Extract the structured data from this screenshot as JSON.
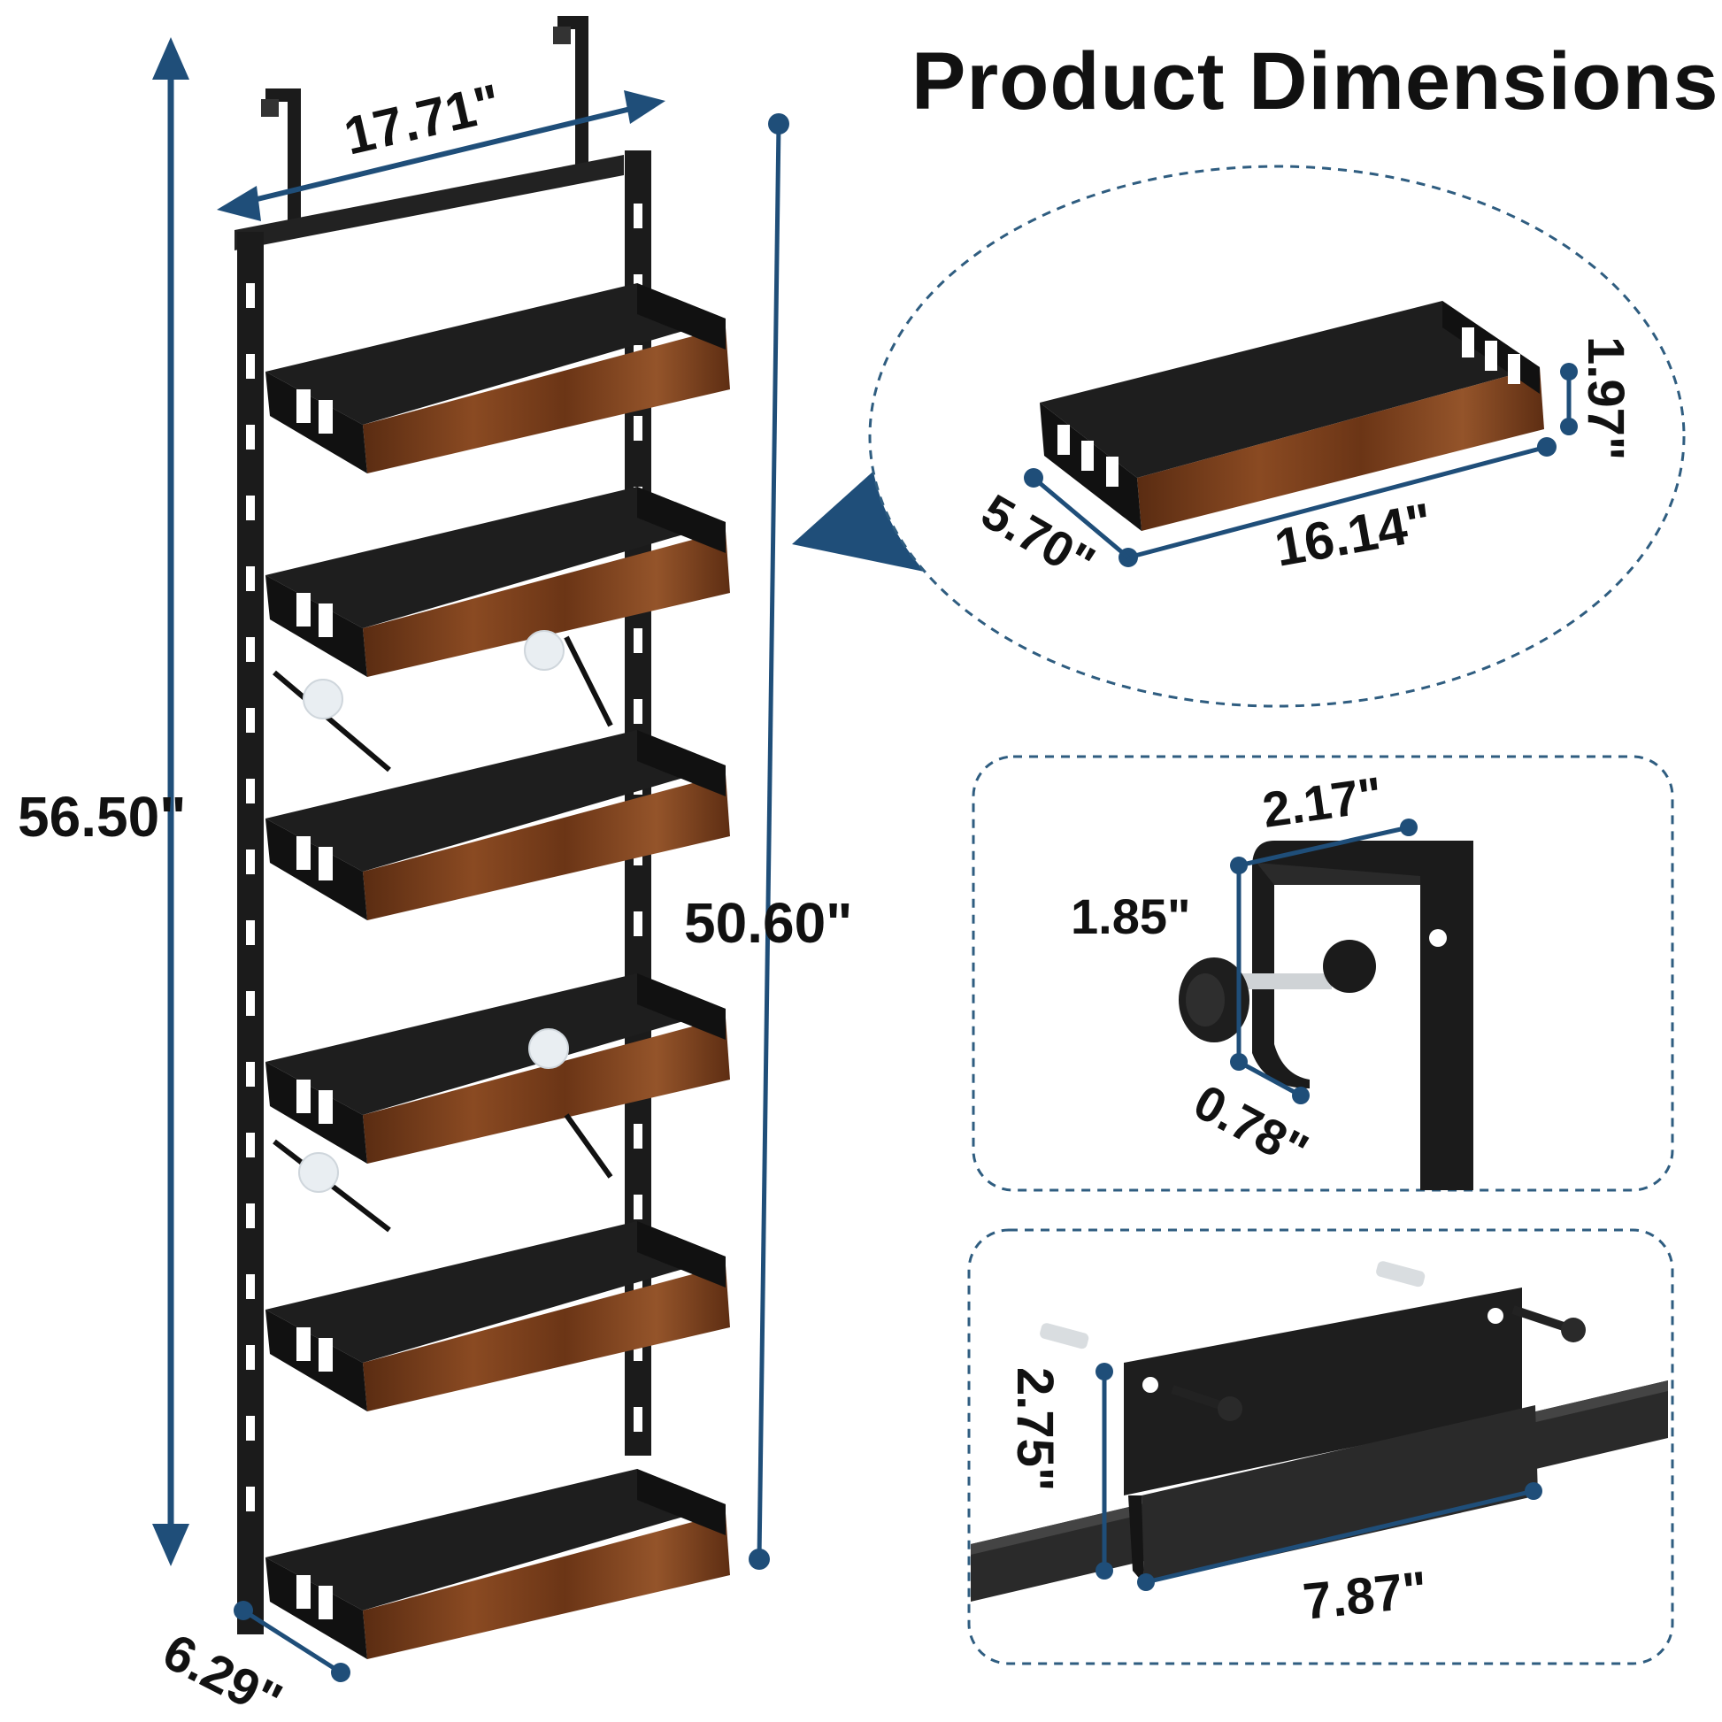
{
  "title": "Product Dimensions",
  "colors": {
    "accent": "#1f4e79",
    "frame": "#1b1b1b",
    "wood": "#7a3f1c",
    "panel_border": "#2f5d80"
  },
  "rack": {
    "height_label": "56.50\"",
    "width_label": "17.71\"",
    "inner_height_label": "50.60\"",
    "depth_label": "6.29\""
  },
  "basket_detail": {
    "length_label": "16.14\"",
    "depth_label": "5.70\"",
    "height_label": "1.97\""
  },
  "hook_detail": {
    "width_label": "2.17\"",
    "height_label": "1.85\"",
    "gap_label": "0.78\""
  },
  "bracket_detail": {
    "height_label": "2.75\"",
    "length_label": "7.87\""
  }
}
